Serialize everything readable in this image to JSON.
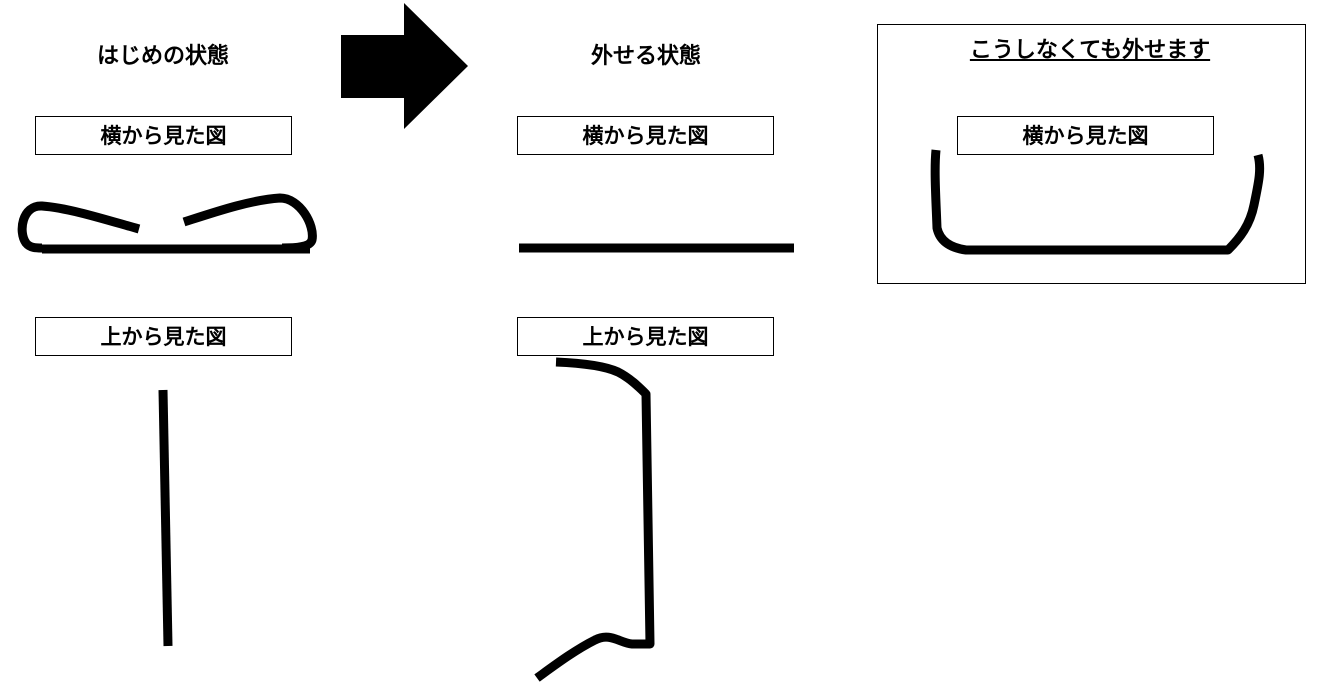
{
  "initial": {
    "title": "はじめの状態",
    "side_label": "横から見た図",
    "top_label": "上から見た図"
  },
  "removable": {
    "title": "外せる状態",
    "side_label": "横から見た図",
    "top_label": "上から見た図"
  },
  "alternative": {
    "title": "こうしなくても外せます",
    "side_label": "横から見た図"
  },
  "colors": {
    "stroke": "#000000",
    "background": "#ffffff"
  }
}
